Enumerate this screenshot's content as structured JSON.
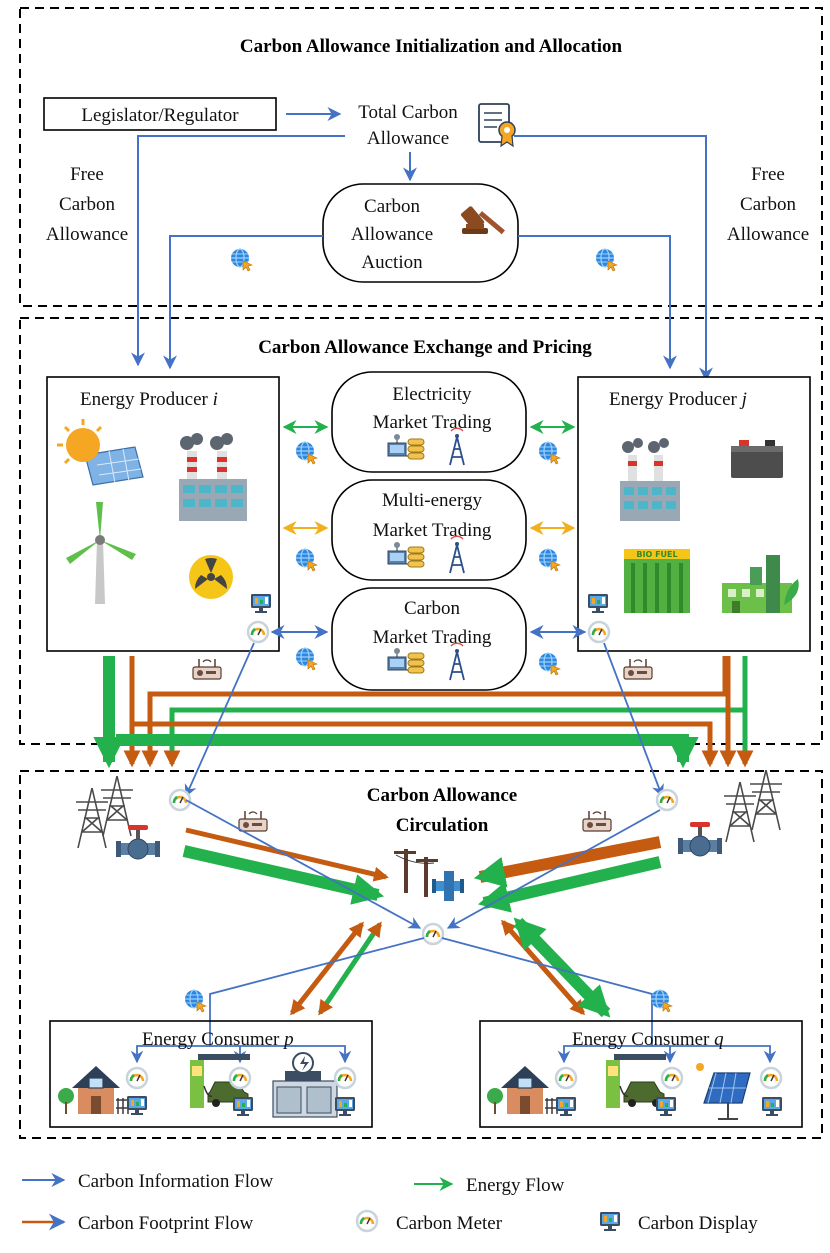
{
  "sections": {
    "init": {
      "title": "Carbon Allowance Initialization and Allocation"
    },
    "exchange": {
      "title": "Carbon Allowance Exchange and Pricing"
    },
    "circulation": {
      "title_line1": "Carbon Allowance",
      "title_line2": "Circulation"
    }
  },
  "nodes": {
    "regulator": "Legislator/Regulator",
    "total_line1": "Total Carbon",
    "total_line2": "Allowance",
    "auction_line1": "Carbon",
    "auction_line2": "Allowance",
    "auction_line3": "Auction",
    "free_left": [
      "Free",
      "Carbon",
      "Allowance"
    ],
    "free_right": [
      "Free",
      "Carbon",
      "Allowance"
    ],
    "producer_i": {
      "prefix": "Energy Producer ",
      "var": "i"
    },
    "producer_j": {
      "prefix": "Energy Producer ",
      "var": "j"
    },
    "consumer_p": {
      "prefix": "Energy Consumer ",
      "var": "p"
    },
    "consumer_q": {
      "prefix": "Energy Consumer ",
      "var": "q"
    },
    "electricity_market": [
      "Electricity",
      "Market Trading"
    ],
    "multi_energy_market": [
      "Multi-energy",
      "Market Trading"
    ],
    "carbon_market": [
      "Carbon",
      "Market Trading"
    ],
    "bio_fuel_label": "BIO FUEL"
  },
  "legend": {
    "info_flow": "Carbon Information Flow",
    "energy_flow": "Energy Flow",
    "footprint_flow": "Carbon Footprint Flow",
    "meter": "Carbon Meter",
    "display": "Carbon Display"
  },
  "colors": {
    "info": "#4472C4",
    "energy": "#22B14C",
    "footprint": "#C55A11",
    "multi_energy": "#F2B01E",
    "dash": "#000000"
  }
}
